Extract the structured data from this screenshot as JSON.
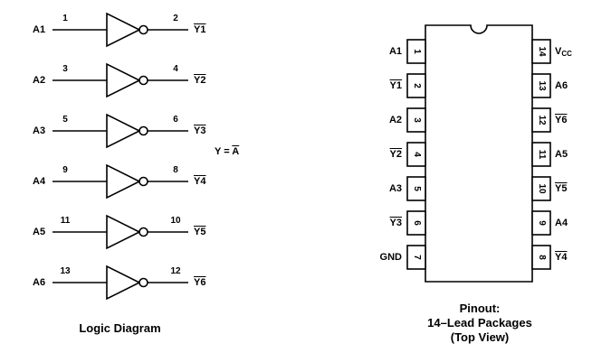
{
  "logic_diagram": {
    "caption": "Logic Diagram",
    "equation": {
      "lhs": "Y = ",
      "rhs": "A",
      "rhs_overline": true
    },
    "gates": [
      {
        "input_label": "A1",
        "input_pin": "1",
        "output_label": "Y1",
        "output_pin": "2",
        "output_overline": true
      },
      {
        "input_label": "A2",
        "input_pin": "3",
        "output_label": "Y2",
        "output_pin": "4",
        "output_overline": true
      },
      {
        "input_label": "A3",
        "input_pin": "5",
        "output_label": "Y3",
        "output_pin": "6",
        "output_overline": true
      },
      {
        "input_label": "A4",
        "input_pin": "9",
        "output_label": "Y4",
        "output_pin": "8",
        "output_overline": true
      },
      {
        "input_label": "A5",
        "input_pin": "11",
        "output_label": "Y5",
        "output_pin": "10",
        "output_overline": true
      },
      {
        "input_label": "A6",
        "input_pin": "13",
        "output_label": "Y6",
        "output_pin": "12",
        "output_overline": true
      }
    ]
  },
  "pinout": {
    "caption": [
      "Pinout:",
      "14–Lead Packages",
      "(Top View)"
    ],
    "left_pins": [
      {
        "label": "A1",
        "number": "1",
        "overline": false
      },
      {
        "label": "Y1",
        "number": "2",
        "overline": true
      },
      {
        "label": "A2",
        "number": "3",
        "overline": false
      },
      {
        "label": "Y2",
        "number": "4",
        "overline": true
      },
      {
        "label": "A3",
        "number": "5",
        "overline": false
      },
      {
        "label": "Y3",
        "number": "6",
        "overline": true
      },
      {
        "label": "GND",
        "number": "7",
        "overline": false
      }
    ],
    "right_pins": [
      {
        "label": "V",
        "sub": "CC",
        "number": "14",
        "overline": false
      },
      {
        "label": "A6",
        "number": "13",
        "overline": false
      },
      {
        "label": "Y6",
        "number": "12",
        "overline": true
      },
      {
        "label": "A5",
        "number": "11",
        "overline": false
      },
      {
        "label": "Y5",
        "number": "10",
        "overline": true
      },
      {
        "label": "A4",
        "number": "9",
        "overline": false
      },
      {
        "label": "Y4",
        "number": "8",
        "overline": true
      }
    ]
  }
}
